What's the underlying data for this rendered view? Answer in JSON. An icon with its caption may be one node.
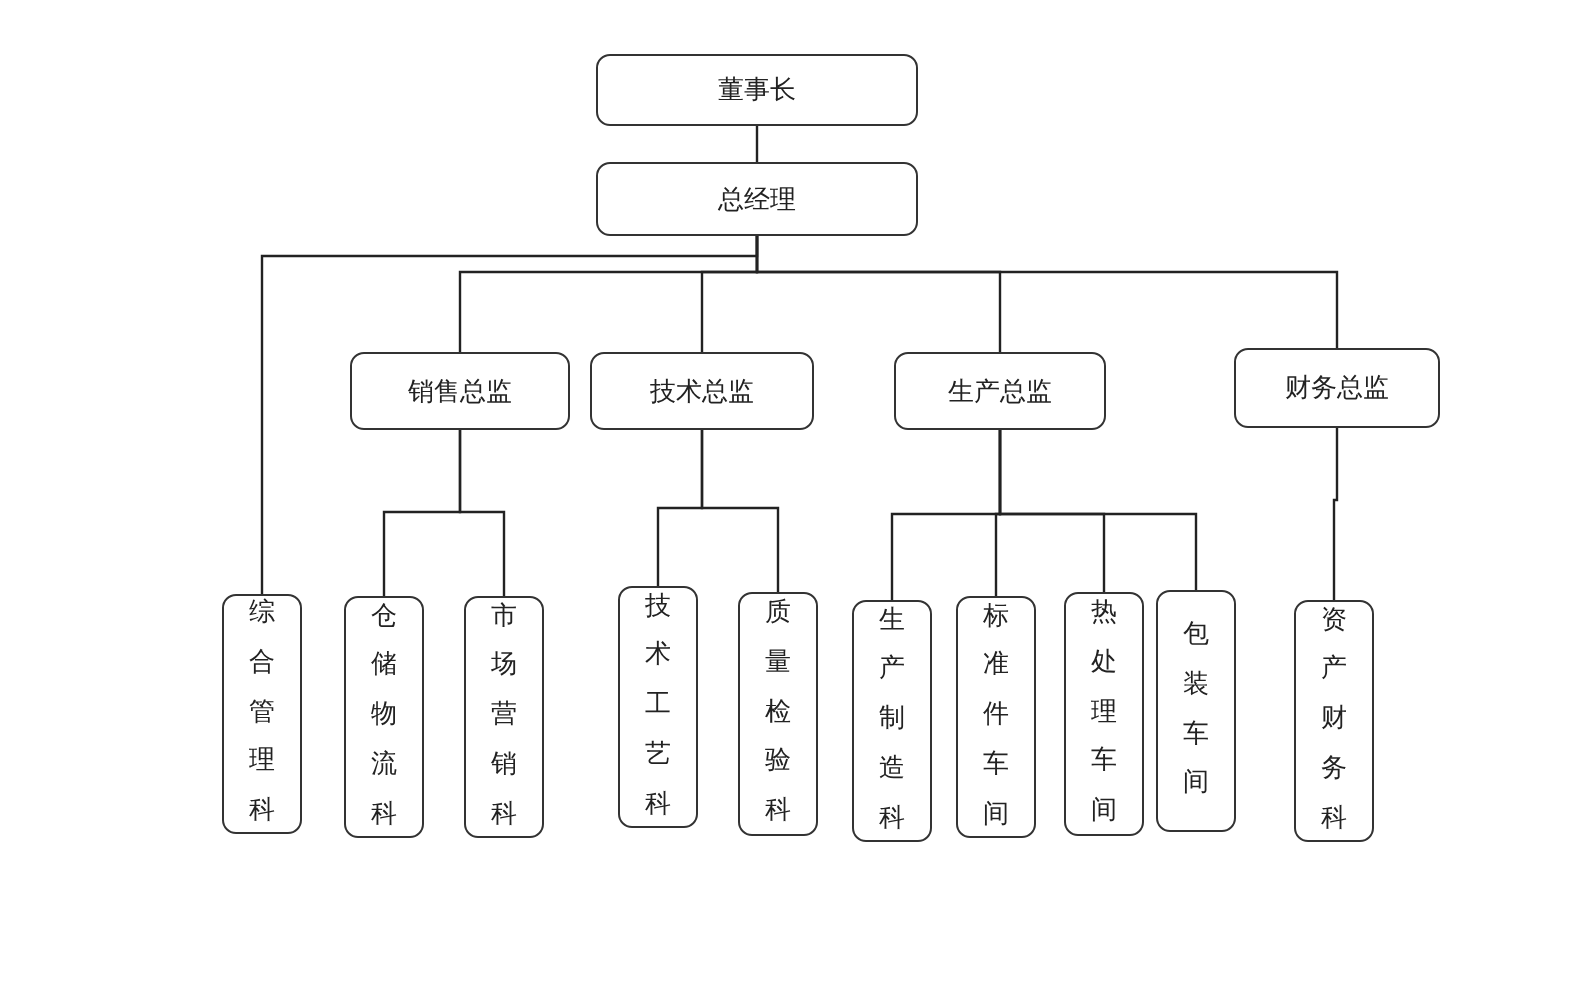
{
  "diagram": {
    "nodes": [
      {
        "text": [
          "董事长"
        ]
      },
      {
        "text": [
          "总经理"
        ]
      },
      {
        "text": [
          "销售总监"
        ]
      },
      {
        "text": [
          "技术总监"
        ]
      },
      {
        "text": [
          "生产总监"
        ]
      },
      {
        "text": [
          "财务总监"
        ]
      },
      {
        "text": [
          "综合管理科"
        ]
      },
      {
        "text": [
          "仓储物流科"
        ]
      },
      {
        "text": [
          "市场营销科"
        ]
      },
      {
        "text": [
          "技术工艺科"
        ]
      },
      {
        "text": [
          "质量检验科"
        ]
      },
      {
        "text": [
          "生产制造科"
        ]
      },
      {
        "text": [
          "标准件车间"
        ]
      },
      {
        "text": [
          "热处理车间"
        ]
      },
      {
        "text": [
          "包装车间"
        ]
      },
      {
        "text": [
          "资产财务科"
        ]
      }
    ],
    "edges": [
      {
        "from": 0,
        "to": 1,
        "arrow": "none"
      },
      {
        "from": 1,
        "to": 6,
        "arrow": "none"
      },
      {
        "from": 1,
        "to": 2,
        "arrow": "none"
      },
      {
        "from": 1,
        "to": 3,
        "arrow": "none"
      },
      {
        "from": 1,
        "to": 4,
        "arrow": "none"
      },
      {
        "from": 1,
        "to": 5,
        "arrow": "none"
      },
      {
        "from": 2,
        "to": 7,
        "arrow": "none"
      },
      {
        "from": 2,
        "to": 8,
        "arrow": "none"
      },
      {
        "from": 3,
        "to": 9,
        "arrow": "none"
      },
      {
        "from": 3,
        "to": 10,
        "arrow": "none"
      },
      {
        "from": 4,
        "to": 11,
        "arrow": "none"
      },
      {
        "from": 4,
        "to": 12,
        "arrow": "none"
      },
      {
        "from": 4,
        "to": 13,
        "arrow": "none"
      },
      {
        "from": 4,
        "to": 14,
        "arrow": "none"
      },
      {
        "from": 5,
        "to": 15,
        "arrow": "none"
      }
    ]
  }
}
